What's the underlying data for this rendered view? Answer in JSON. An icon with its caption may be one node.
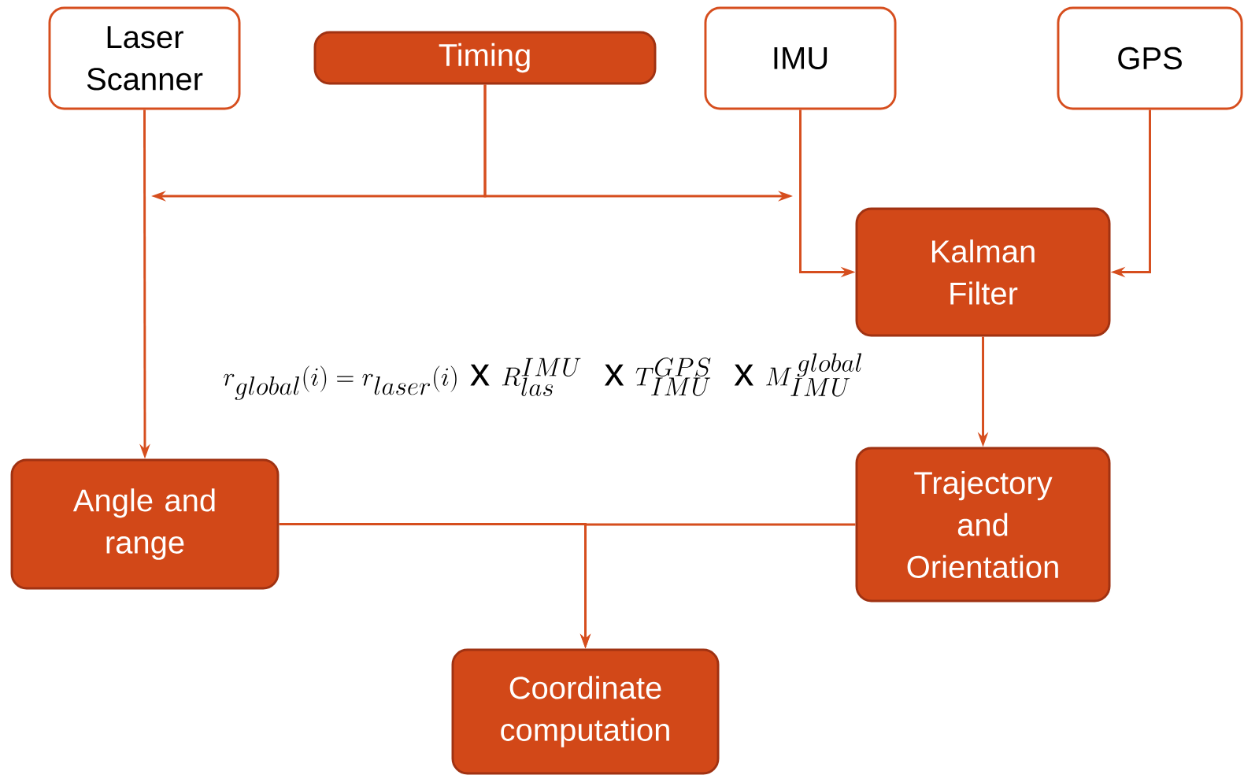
{
  "diagram": {
    "nodes": [
      {
        "text": [
          "Laser Scanner"
        ]
      },
      {
        "text": [
          "Timing"
        ]
      },
      {
        "text": [
          "IMU"
        ]
      },
      {
        "text": [
          "GPS"
        ]
      },
      {
        "text": [
          "Kalman Filter"
        ]
      },
      {
        "text": [
          "Angle and range"
        ]
      },
      {
        "text": [
          "Trajectory and Orientation"
        ]
      },
      {
        "text": [
          "Coordinate computation"
        ]
      }
    ],
    "edges": [
      {
        "from": 0,
        "to": 5,
        "arrow": "to"
      },
      {
        "from": 1,
        "to": null,
        "arrow": "to"
      },
      {
        "from": 1,
        "to": null,
        "arrow": "to"
      },
      {
        "from": 2,
        "to": 4,
        "arrow": "to"
      },
      {
        "from": 3,
        "to": 4,
        "arrow": "to"
      },
      {
        "from": 4,
        "to": 6,
        "arrow": "to"
      },
      {
        "from": 6,
        "to": 7,
        "arrow": "to"
      },
      {
        "from": 5,
        "to": 7,
        "arrow": "to"
      }
    ],
    "labels": [
      "r_{global}(i) = r_{laser}(i)\\ \\mathrm{x}\\ R^{IMU}_{las}\\ \\ \\mathrm{x}\\ T^{GPS}_{IMU}\\ \\ \\mathrm{x}\\ M^{\\,global}_{IMU}"
    ]
  }
}
